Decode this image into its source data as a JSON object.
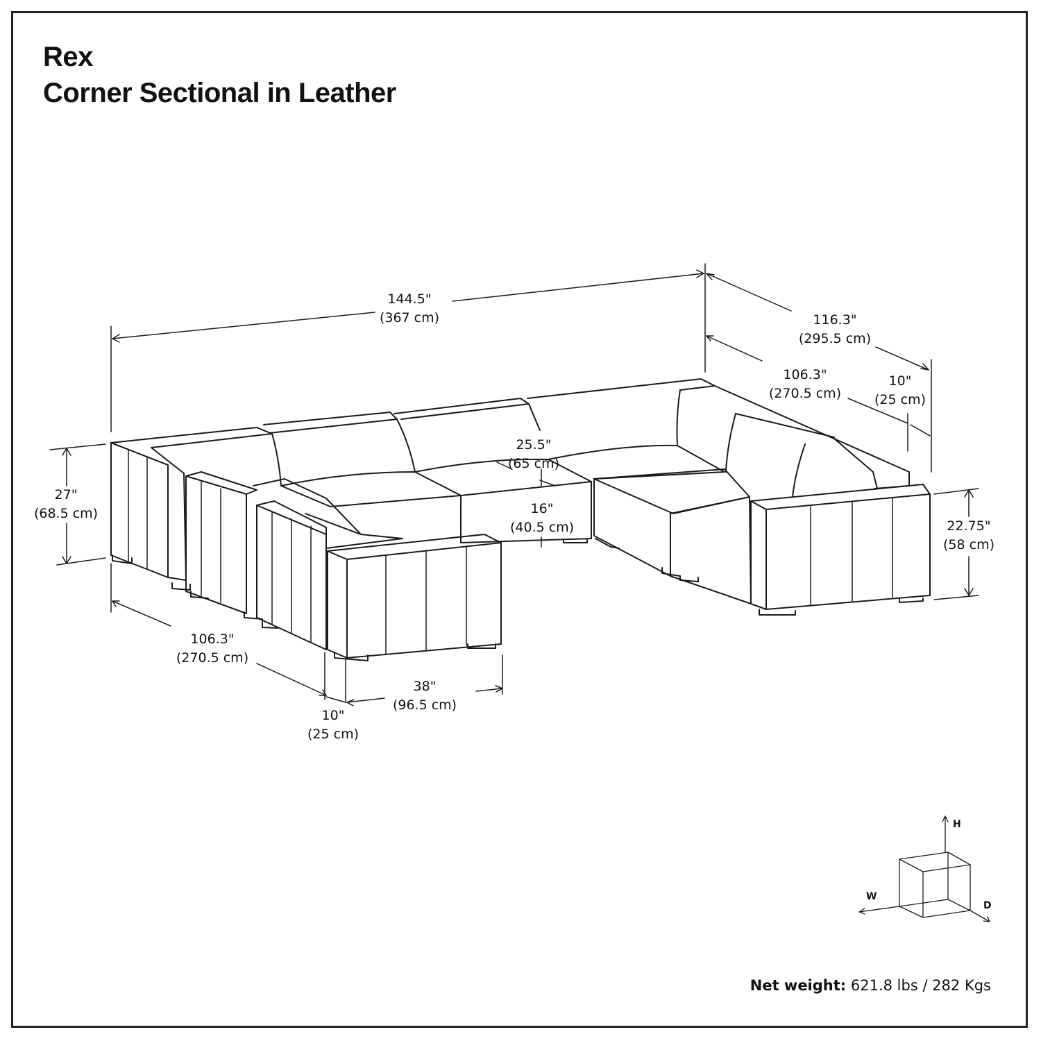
{
  "header": {
    "title_line1": "Rex",
    "title_line2": "Corner Sectional in Leather"
  },
  "dimensions": {
    "total_width": {
      "in": "144.5\"",
      "cm": "(367 cm)"
    },
    "total_depth": {
      "in": "116.3\"",
      "cm": "(295.5 cm)"
    },
    "right_depth_inner": {
      "in": "106.3\"",
      "cm": "(270.5 cm)"
    },
    "right_arm_width": {
      "in": "10\"",
      "cm": "(25 cm)"
    },
    "seat_depth": {
      "in": "25.5\"",
      "cm": "(65 cm)"
    },
    "seat_height": {
      "in": "16\"",
      "cm": "(40.5 cm)"
    },
    "back_height": {
      "in": "27\"",
      "cm": "(68.5 cm)"
    },
    "arm_height": {
      "in": "22.75\"",
      "cm": "(58 cm)"
    },
    "left_depth": {
      "in": "106.3\"",
      "cm": "(270.5 cm)"
    },
    "left_arm_width": {
      "in": "10\"",
      "cm": "(25 cm)"
    },
    "chaise_width": {
      "in": "38\"",
      "cm": "(96.5 cm)"
    }
  },
  "axes_legend": {
    "height": "H",
    "width": "W",
    "depth": "D"
  },
  "footer": {
    "weight_label": "Net weight:",
    "weight_value": "621.8 lbs / 282 Kgs"
  }
}
